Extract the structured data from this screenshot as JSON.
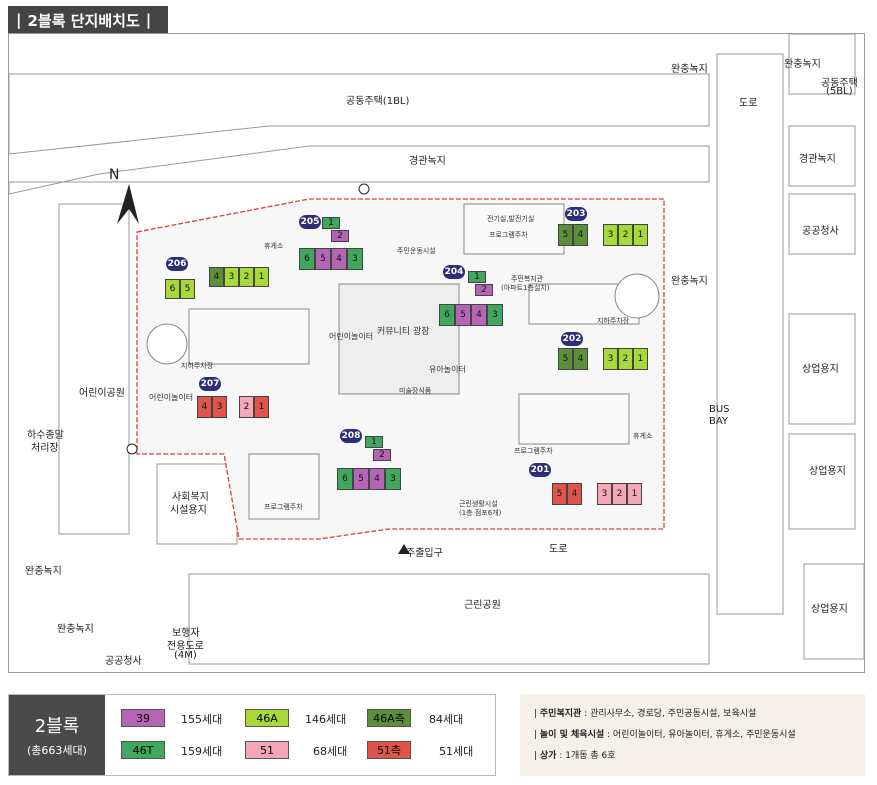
{
  "title": "2블록 단지배치도",
  "colors": {
    "c39": "#b565b5",
    "c46A": "#a7d93a",
    "c46Aside": "#5b8f3a",
    "c46T": "#3fa85c",
    "c51": "#f5a7b8",
    "c51side": "#e0554a",
    "road": "#ffffff",
    "green": "#f2f2f2"
  },
  "map": {
    "labels": {
      "wanchung1": "완충녹지",
      "wanchung2": "완충녹지",
      "wanchung3": "완충녹지",
      "wanchung4": "완충녹지",
      "wanchung5": "완충녹지",
      "housing1": "공동주택(1BL)",
      "housing5_l1": "공동주택",
      "housing5_l2": "(5BL)",
      "road1": "도로",
      "road2": "도로",
      "gyeonggwan1": "경관녹지",
      "gyeonggwan2": "경관녹지",
      "public1": "공공청사",
      "public2": "공공청사",
      "commercial1": "상업용지",
      "commercial2": "상업용지",
      "commercial3": "상업용지",
      "busbay_l1": "BUS",
      "busbay_l2": "BAY",
      "childpark": "어린이공원",
      "sewage_l1": "하수종말",
      "sewage_l2": "처리장",
      "welfare_l1": "사회복지",
      "welfare_l2": "시설용지",
      "neighborpark": "근린공원",
      "pedestrian_l1": "보행자",
      "pedestrian_l2": "전용도로",
      "pedestrian_l3": "(4M)",
      "entrance": "주출입구",
      "community": "커뮤니티 광장",
      "playground1": "어린이놀이터",
      "playground2": "어린이놀이터",
      "toddler": "유아놀이터",
      "residentsports": "주민운동시설",
      "welfarecenter_l1": "주민복지관",
      "welfarecenter_l2": "(아파트1층설치)",
      "underground1": "지하주차장",
      "underground2": "지하주차장",
      "neighborhood_l1": "근린생활시설",
      "neighborhood_l2": "(1층 점포6개)",
      "rest": "휴게소",
      "rest2": "휴게소",
      "art": "미술장식품",
      "pergola1": "프로그램주차",
      "pergola2": "프로그램주차",
      "pergola3": "프로그램주차",
      "electric": "전기실,발전기실"
    },
    "buildings": [
      {
        "no": "205",
        "units": [
          "1",
          "2",
          "6",
          "5",
          "4",
          "3"
        ]
      },
      {
        "no": "206",
        "units": [
          "6",
          "5",
          "4",
          "3",
          "2",
          "1"
        ]
      },
      {
        "no": "203",
        "units": [
          "5",
          "4",
          "3",
          "2",
          "1"
        ]
      },
      {
        "no": "204",
        "units": [
          "1",
          "2",
          "6",
          "5",
          "4",
          "3"
        ]
      },
      {
        "no": "202",
        "units": [
          "5",
          "4",
          "3",
          "2",
          "1"
        ]
      },
      {
        "no": "207",
        "units": [
          "4",
          "3",
          "2",
          "1"
        ]
      },
      {
        "no": "208",
        "units": [
          "1",
          "2",
          "6",
          "5",
          "4",
          "3"
        ]
      },
      {
        "no": "201",
        "units": [
          "5",
          "4",
          "3",
          "2",
          "1"
        ]
      }
    ]
  },
  "legend": {
    "head_title": "2블록",
    "head_sub": "(총663세대)",
    "items": [
      {
        "code": "39",
        "count": "155세대"
      },
      {
        "code": "46A",
        "count": "146세대"
      },
      {
        "code": "46A측",
        "count": "84세대"
      },
      {
        "code": "46T",
        "count": "159세대"
      },
      {
        "code": "51",
        "count": "68세대"
      },
      {
        "code": "51측",
        "count": "51세대"
      }
    ]
  },
  "notes": [
    {
      "label": "주민복지관",
      "text": " : 관리사무소, 경로당, 주민공동시설, 보육시설"
    },
    {
      "label": "놀이 및 체육시설",
      "text": " : 어린이놀이터, 유아놀이터, 휴게소, 주민운동시설"
    },
    {
      "label": "상가",
      "text": " : 1개동 총 6호"
    }
  ]
}
